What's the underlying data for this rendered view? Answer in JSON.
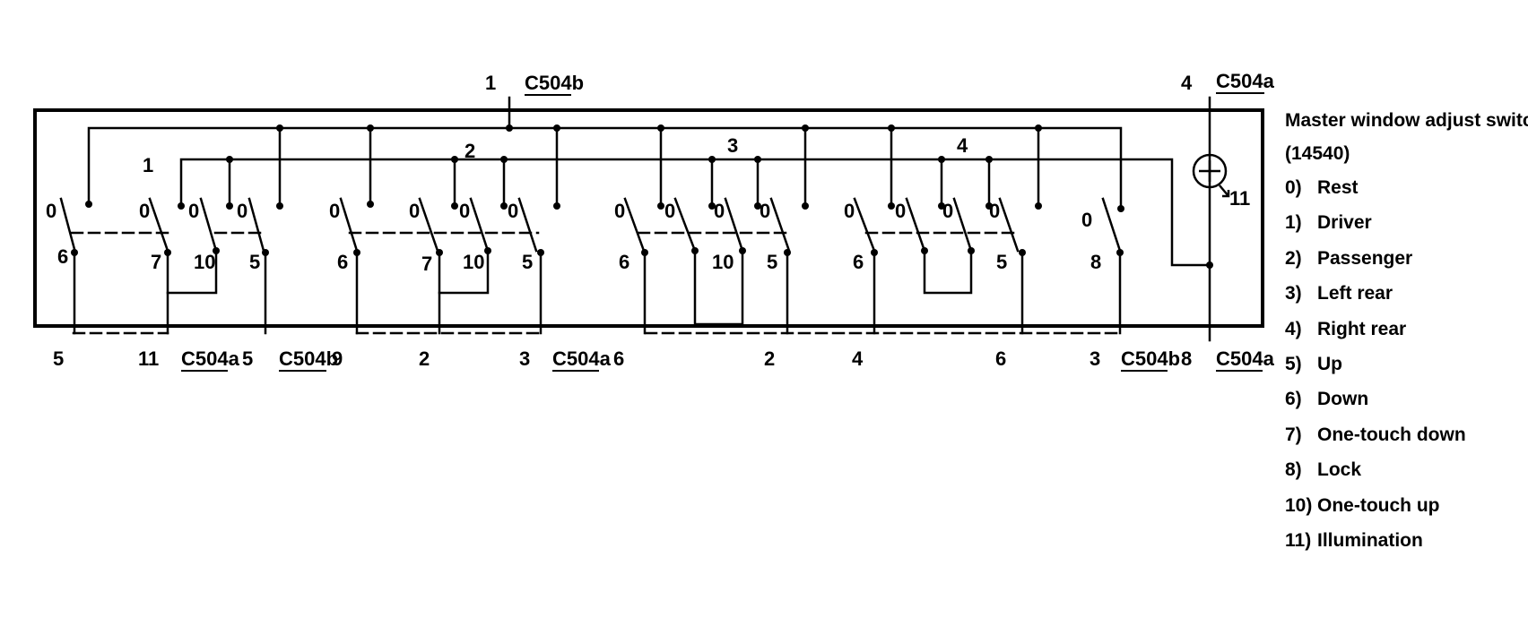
{
  "legend": {
    "title": "Master window adjust switch",
    "part_number": "(14540)",
    "items": [
      {
        "num": "0)",
        "text": "Rest"
      },
      {
        "num": "1)",
        "text": "Driver"
      },
      {
        "num": "2)",
        "text": "Passenger"
      },
      {
        "num": "3)",
        "text": "Left rear"
      },
      {
        "num": "4)",
        "text": "Right rear"
      },
      {
        "num": "5)",
        "text": "Up"
      },
      {
        "num": "6)",
        "text": "Down"
      },
      {
        "num": "7)",
        "text": "One-touch down"
      },
      {
        "num": "8)",
        "text": "Lock"
      },
      {
        "num": "10)",
        "text": "One-touch up"
      },
      {
        "num": "11)",
        "text": "Illumination"
      }
    ]
  },
  "top": {
    "pin_1": "1",
    "conn_c504b": "C504b",
    "pin_4": "4",
    "conn_c504a": "C504a"
  },
  "bus": {
    "b1": "1",
    "b2": "2",
    "b3": "3",
    "b4": "4"
  },
  "lamp": {
    "label": "11"
  },
  "switches": {
    "rest": "0",
    "s1": "6",
    "s2": "7",
    "s3": "10",
    "s4": "5",
    "s5": "6",
    "s6": "7",
    "s7": "10",
    "s8": "5",
    "s9": "6",
    "s10": "10",
    "s11": "5",
    "s12": "6",
    "s13": "5",
    "s14": "8"
  },
  "bottom": {
    "p1": "5",
    "p2": "11",
    "c1": "C504a",
    "p3": "5",
    "c2": "C504b",
    "p4": "9",
    "p5": "2",
    "p6": "3",
    "c3": "C504a",
    "p7": "6",
    "p8": "2",
    "p9": "4",
    "p10": "6",
    "p11": "3",
    "c4": "C504b",
    "p12": "8",
    "c5": "C504a"
  }
}
